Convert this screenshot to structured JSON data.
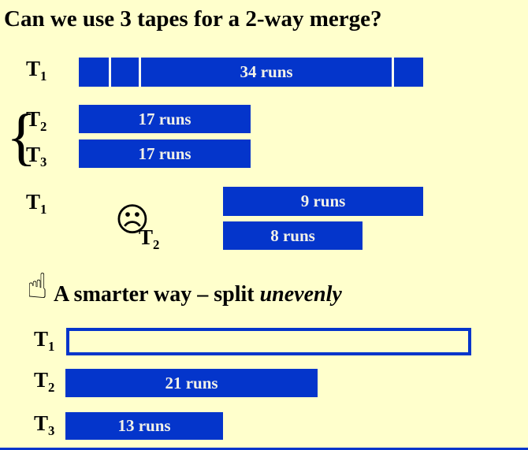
{
  "title": "Can we use 3 tapes for a 2-way merge?",
  "colors": {
    "background": "#FFFFCC",
    "bar_blue": "#0435CB",
    "bar_text": "#F2F1E8",
    "text": "#000000"
  },
  "icons": {
    "sad_face": "☹",
    "pointing_hand": "☝",
    "grouping_brace": "{"
  },
  "even_split": {
    "t1": {
      "label": "T",
      "sub": "1",
      "bar_text": "34 runs"
    },
    "t2": {
      "label": "T",
      "sub": "2",
      "bar_text": "17 runs"
    },
    "t3": {
      "label": "T",
      "sub": "3",
      "bar_text": "17 runs"
    }
  },
  "after_merge": {
    "t1": {
      "label": "T",
      "sub": "1",
      "bar_text": "9 runs"
    },
    "t2": {
      "label": "T",
      "sub": "2",
      "bar_text": "8 runs"
    }
  },
  "callout": {
    "text": "A smarter way – split ",
    "emphasis": "unevenly"
  },
  "uneven_split": {
    "t1": {
      "label": "T",
      "sub": "1"
    },
    "t2": {
      "label": "T",
      "sub": "2",
      "bar_text": "21 runs"
    },
    "t3": {
      "label": "T",
      "sub": "3",
      "bar_text": "13 runs"
    }
  }
}
